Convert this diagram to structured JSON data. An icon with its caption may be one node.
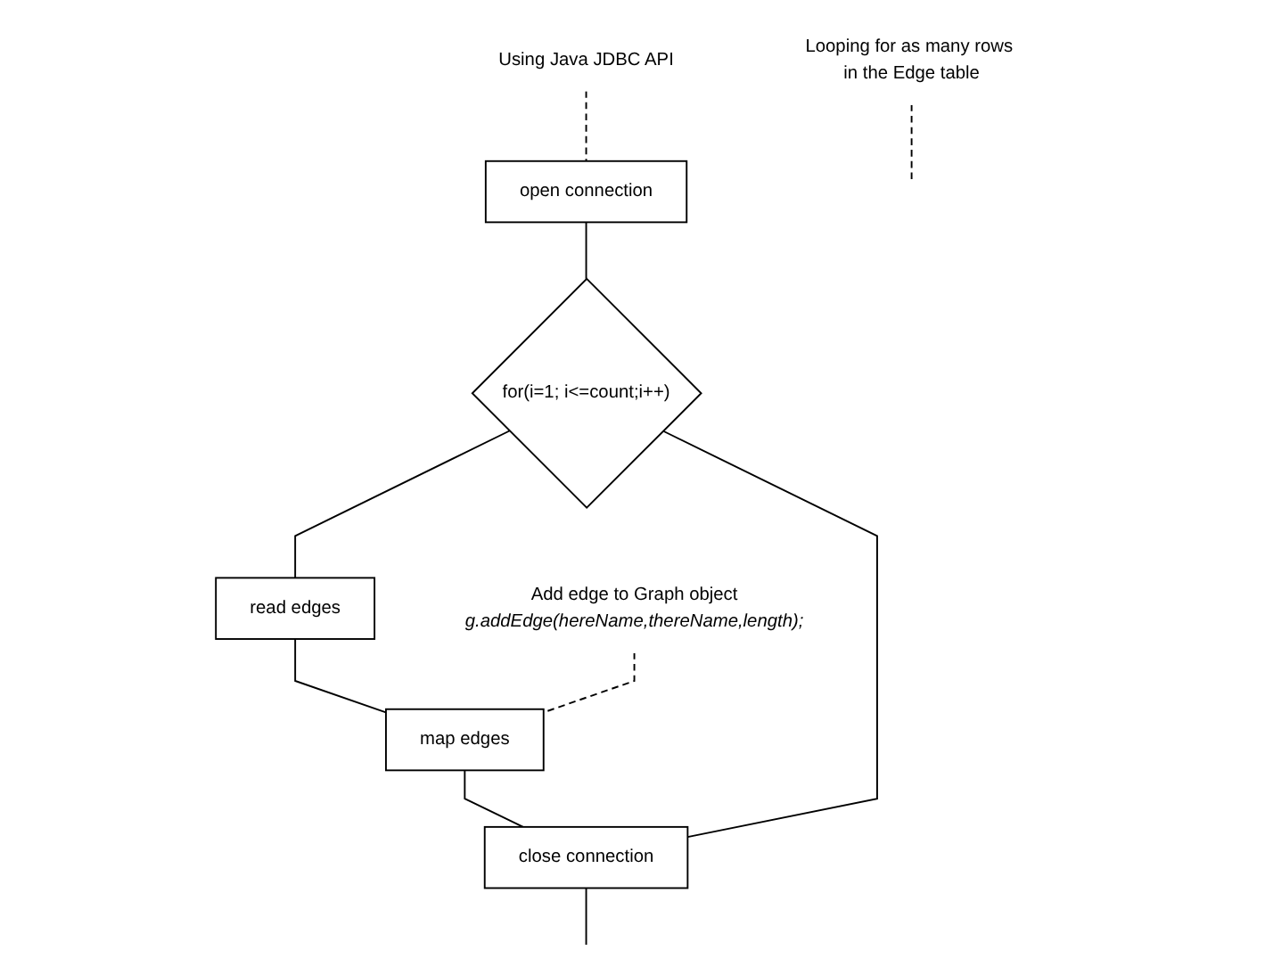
{
  "diagram": {
    "nodes": [
      {
        "text": [
          "open connection"
        ]
      },
      {
        "text": [
          "for(i=1; i<=count;i++)"
        ]
      },
      {
        "text": [
          "read edges"
        ]
      },
      {
        "text": [
          "map edges"
        ]
      },
      {
        "text": [
          "close connection"
        ]
      },
      {
        "text": [
          "Using Java JDBC API"
        ]
      },
      {
        "text": [
          "Looping for as many rows in the Edge table"
        ]
      },
      {
        "text": [
          "Add edge to Graph object",
          "g.addEdge(hereName,thereName,length);"
        ]
      }
    ],
    "edges": [
      {
        "from": 0,
        "to": 1,
        "arrow": "none"
      },
      {
        "from": 1,
        "to": 2,
        "arrow": "none"
      },
      {
        "from": 2,
        "to": 3,
        "arrow": "none"
      },
      {
        "from": 3,
        "to": 4,
        "arrow": "none"
      },
      {
        "from": 1,
        "to": 4,
        "arrow": "none"
      },
      {
        "from": 4,
        "to": null,
        "arrow": "none"
      },
      {
        "from": 5,
        "to": 0,
        "arrow": "none",
        "style": "dashed"
      },
      {
        "from": 6,
        "to": null,
        "arrow": "none",
        "style": "dashed"
      },
      {
        "from": 7,
        "to": 3,
        "arrow": "none",
        "style": "dashed"
      }
    ]
  }
}
